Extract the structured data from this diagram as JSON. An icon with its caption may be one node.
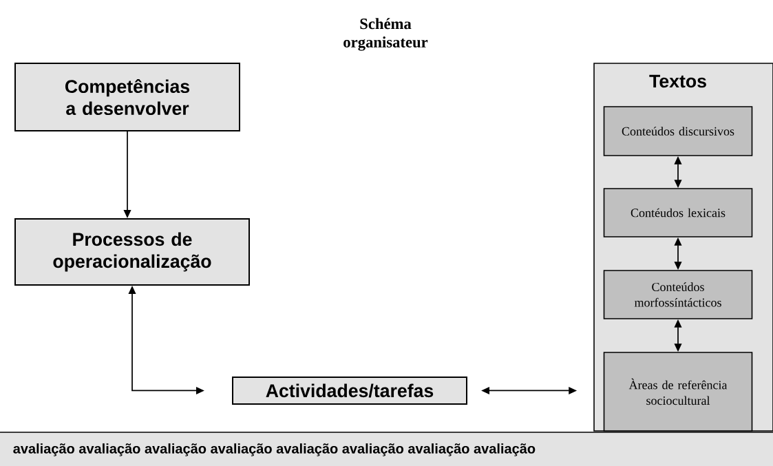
{
  "diagram": {
    "title": "Schéma organisateur",
    "nodes": [
      {
        "text": [
          "Competências a desenvolver"
        ]
      },
      {
        "text": [
          "Processos de operacionalização"
        ]
      },
      {
        "text": [
          "Actividades/tarefas"
        ]
      },
      {
        "text": [
          "Textos"
        ]
      },
      {
        "text": [
          "Conteúdos discursivos"
        ],
        "in": 3
      },
      {
        "text": [
          "Contéudos lexicais"
        ],
        "in": 3
      },
      {
        "text": [
          "Conteúdos morfossíntácticos"
        ],
        "in": 3
      },
      {
        "text": [
          "Àreas de referência sociocultural"
        ],
        "in": 3
      },
      {
        "text": [
          "avaliação avaliação avaliação avaliação avaliação avaliação avaliação avaliação"
        ]
      }
    ],
    "edges": [
      {
        "from": 0,
        "to": 1,
        "arrow": "to"
      },
      {
        "from": 1,
        "to": 2,
        "arrow": "both"
      },
      {
        "from": 2,
        "to": 3,
        "arrow": "both"
      },
      {
        "from": 4,
        "to": 5,
        "arrow": "both"
      },
      {
        "from": 5,
        "to": 6,
        "arrow": "both"
      },
      {
        "from": 6,
        "to": 7,
        "arrow": "both"
      }
    ]
  }
}
